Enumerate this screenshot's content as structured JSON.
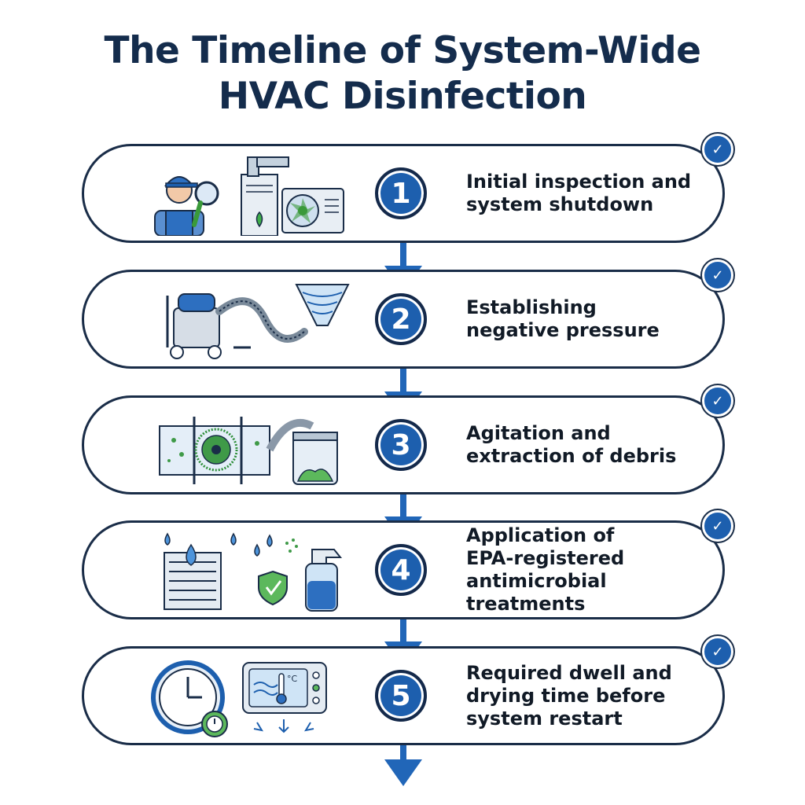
{
  "title": {
    "line1": "The Timeline of System-Wide",
    "line2": "HVAC Disinfection"
  },
  "steps": [
    {
      "number": "1",
      "text": "Initial inspection and\nsystem shutdown",
      "icon": "technician-inspection-icon"
    },
    {
      "number": "2",
      "text": "Establishing\nnegative pressure",
      "icon": "vacuum-negative-pressure-icon"
    },
    {
      "number": "3",
      "text": "Agitation and\nextraction of debris",
      "icon": "duct-brush-extraction-icon"
    },
    {
      "number": "4",
      "text": "Application of\nEPA-registered\nantimicrobial\ntreatments",
      "icon": "antimicrobial-spray-icon"
    },
    {
      "number": "5",
      "text": "Required dwell and\ndrying time before\nsystem restart",
      "icon": "clock-thermostat-icon"
    }
  ],
  "thermostat_unit": "°C",
  "colors": {
    "accent": "#1d5fae",
    "outline": "#1a2d48",
    "title": "#142c4c"
  }
}
